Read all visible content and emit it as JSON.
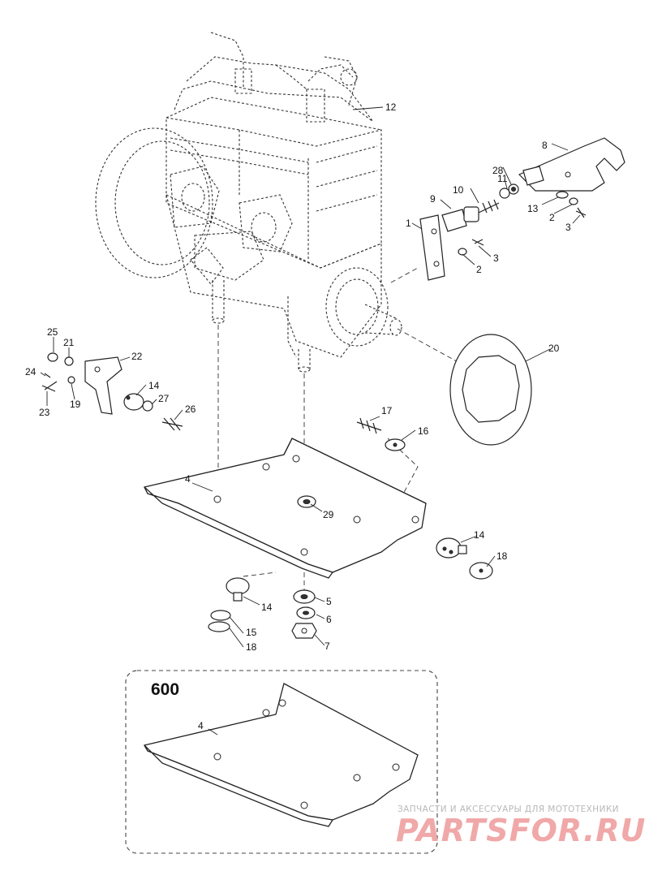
{
  "callouts": {
    "c1": "1",
    "c2a": "2",
    "c2b": "2",
    "c3a": "3",
    "c3b": "3",
    "c4": "4",
    "c4b": "4",
    "c5": "5",
    "c6": "6",
    "c7": "7",
    "c8": "8",
    "c9": "9",
    "c10": "10",
    "c11": "11",
    "c12": "12",
    "c13": "13",
    "c14a": "14",
    "c14b": "14",
    "c14c": "14",
    "c15": "15",
    "c16": "16",
    "c17": "17",
    "c18a": "18",
    "c18b": "18",
    "c19": "19",
    "c20": "20",
    "c21": "21",
    "c22": "22",
    "c23": "23",
    "c24": "24",
    "c25": "25",
    "c26": "26",
    "c27": "27",
    "c28": "28",
    "c29": "29"
  },
  "variant": {
    "model_label": "600"
  },
  "watermark": {
    "tagline": "ЗАПЧАСТИ И АКСЕССУАРЫ ДЛЯ МОТОТЕХНИКИ",
    "logo": "PARTSFOR.RU"
  }
}
